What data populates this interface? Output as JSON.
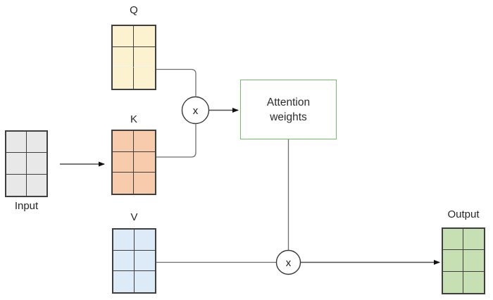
{
  "diagram": {
    "nodes": {
      "input": {
        "label": "Input",
        "fill": "#e9e8e8"
      },
      "q": {
        "label": "Q",
        "fill": "#fcf2cf"
      },
      "k": {
        "label": "K",
        "fill": "#f8cbad"
      },
      "v": {
        "label": "V",
        "fill": "#dcebf7"
      },
      "output": {
        "label": "Output",
        "fill": "#c6e0b4"
      },
      "attention_weights": {
        "line1": "Attention",
        "line2": "weights",
        "border_color": "#6fbf63"
      },
      "multiply_qk": {
        "symbol": "x"
      },
      "multiply_av": {
        "symbol": "x"
      }
    },
    "colors": {
      "connector_line": "#6e6e6e",
      "arrow_line": "#4d4d4d",
      "arrowhead": "#111111",
      "matrix_border": "#3f3f3f",
      "text": "#262626"
    }
  }
}
